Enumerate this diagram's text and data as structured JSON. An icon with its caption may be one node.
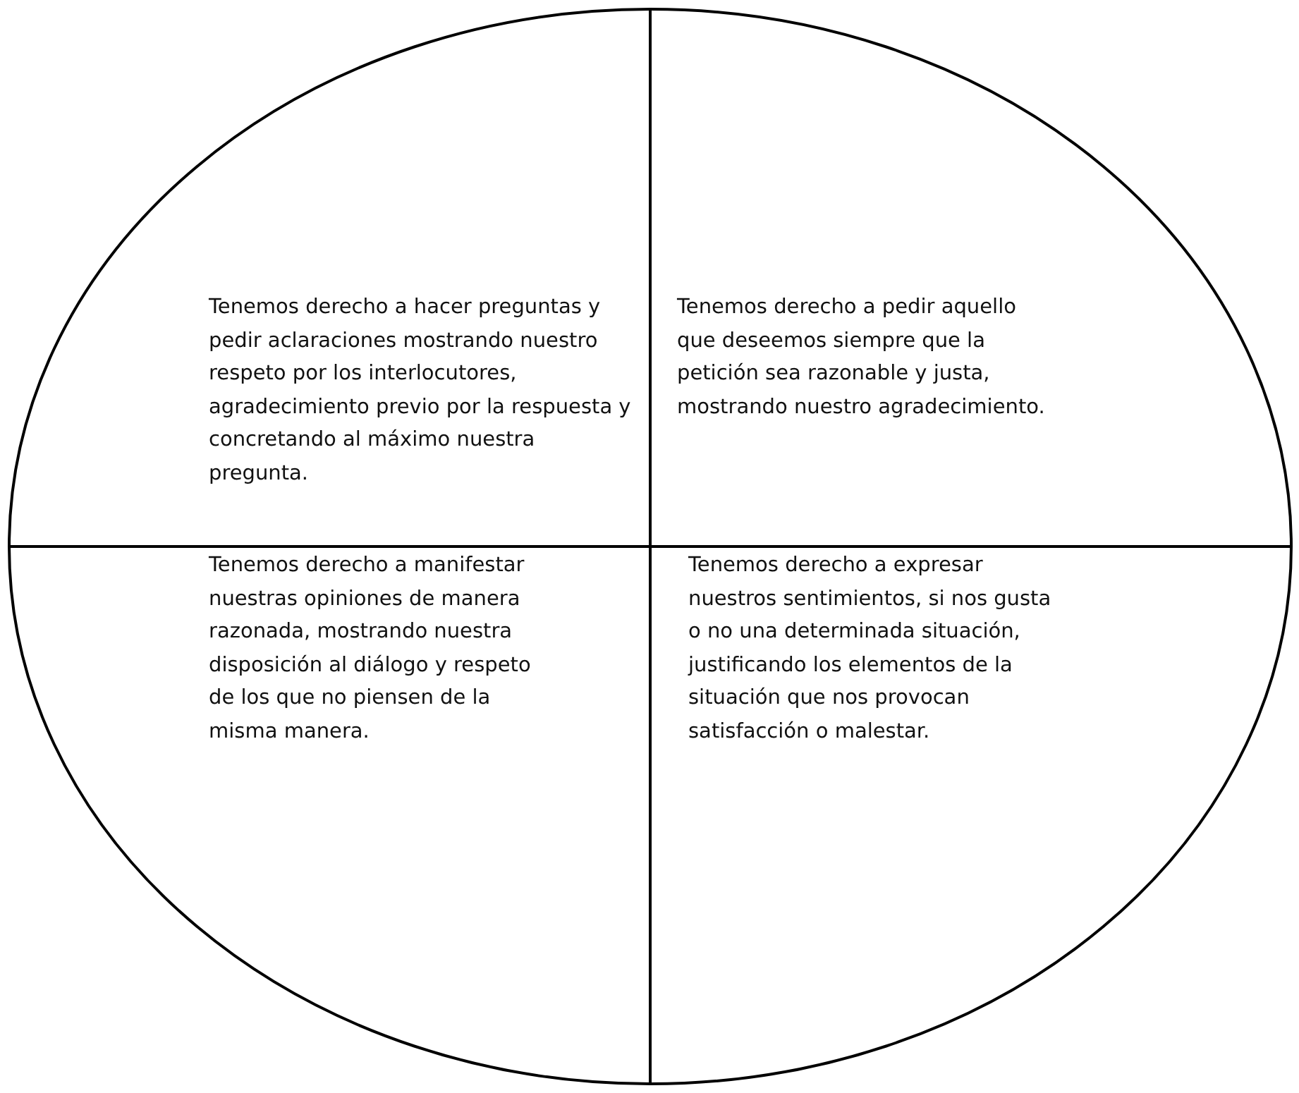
{
  "diagram": {
    "nodes": [
      {
        "text": [],
        "shape": "circle"
      },
      {
        "text": [
          "Tenemos derecho a hacer preguntas y pedir aclaraciones mostrando nuestro respeto por los interlocutores, agradecimiento previo por la respuesta y concretando al máximo nuestra pregunta."
        ],
        "in": 0
      },
      {
        "text": [
          "Tenemos derecho a pedir aquello que deseemos siempre que la petición sea razonable y justa, mostrando nuestro agradecimiento."
        ],
        "in": 0
      },
      {
        "text": [
          "Tenemos derecho a manifestar nuestras opiniones de manera razonada, mostrando nuestra disposición al diálogo y respeto de los que no piensen de la misma manera."
        ],
        "in": 0
      },
      {
        "text": [
          "Tenemos derecho a expresar nuestros sentimientos, si nos gusta o no una determinada situación, justificando los elementos de la situación que nos provocan satisfacción o malestar."
        ],
        "in": 0
      }
    ],
    "edges": []
  }
}
